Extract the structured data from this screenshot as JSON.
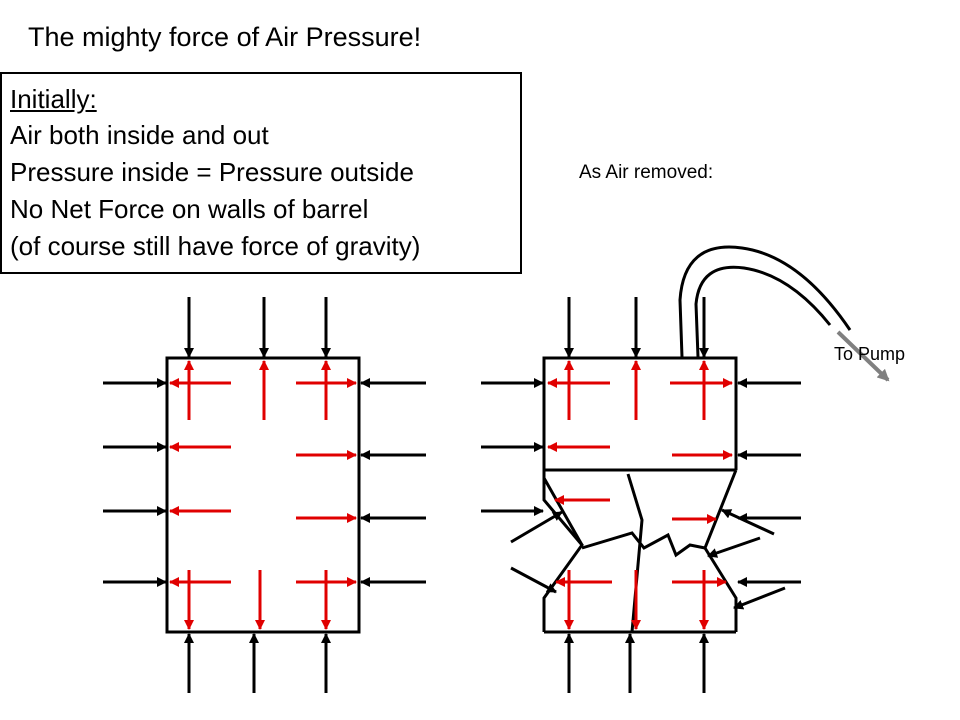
{
  "title": "The mighty force of Air Pressure!",
  "info_box": {
    "heading": "Initially:",
    "lines": [
      "Air both inside and out",
      "Pressure inside = Pressure outside",
      "No Net Force on walls of barrel",
      "(of course still have force of gravity)"
    ]
  },
  "right_label": "As Air removed:",
  "pump_label": "To Pump",
  "colors": {
    "outside_force": "#000000",
    "inside_force": "#e00000",
    "pump_tube_arrow": "#808080"
  }
}
